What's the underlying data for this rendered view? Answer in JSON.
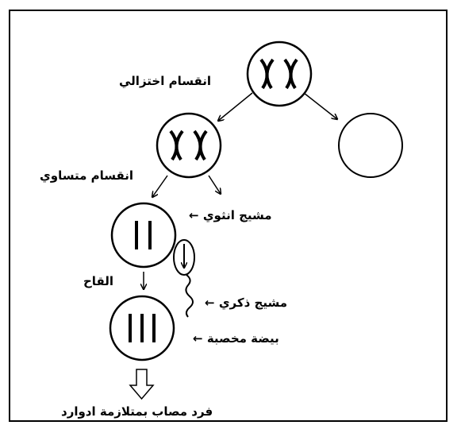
{
  "labels": {
    "reduction_division": "انقسام اختزالي",
    "equal_division": "انقسام متساوي",
    "female_gamete": "مشيج انثوي",
    "fertilization": "القاح",
    "male_gamete": "مشيج ذكري",
    "fertilized_egg": "بيضة مخصبة",
    "result": "فرد مصاب بمتلازمة ادوارد"
  },
  "arrow_glyph": "←",
  "colors": {
    "ink": "#000000",
    "background": "#ffffff"
  }
}
